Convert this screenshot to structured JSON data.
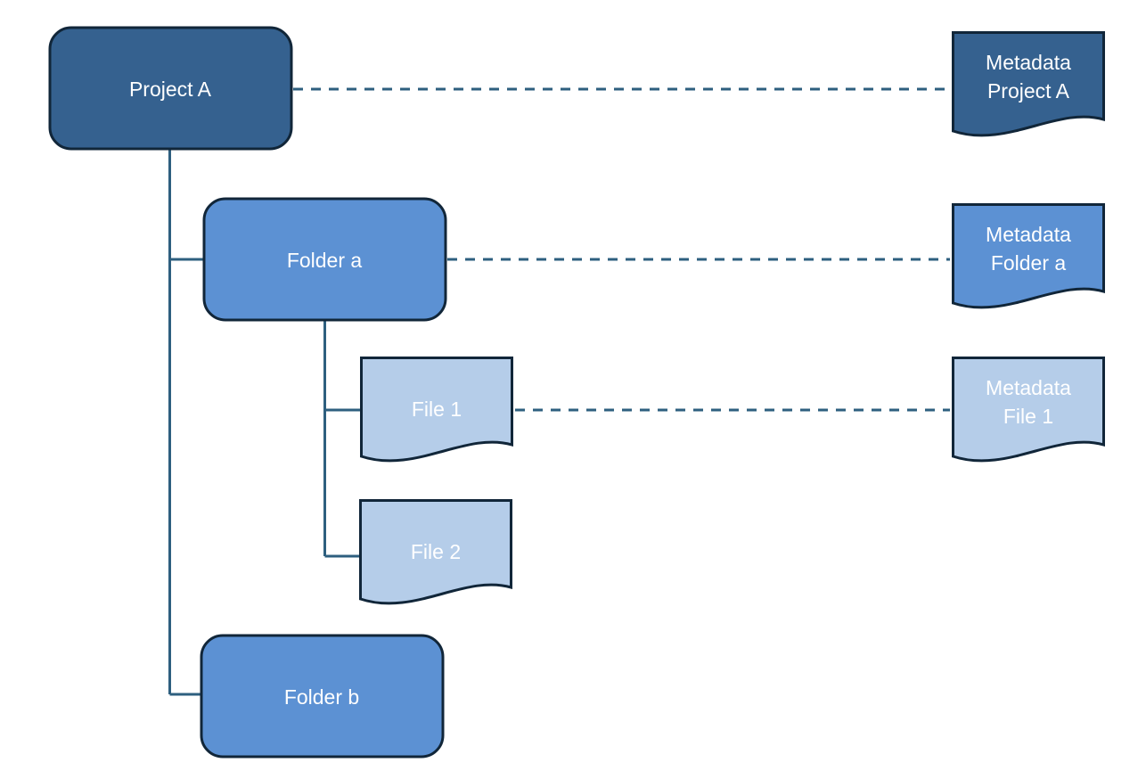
{
  "diagram": {
    "type": "tree-with-metadata",
    "nodes": {
      "project_a": {
        "label": "Project A",
        "shape": "rounded-rect",
        "level": "project"
      },
      "folder_a": {
        "label": "Folder a",
        "shape": "rounded-rect",
        "level": "folder"
      },
      "file_1": {
        "label": "File 1",
        "shape": "document",
        "level": "file"
      },
      "file_2": {
        "label": "File 2",
        "shape": "document",
        "level": "file"
      },
      "folder_b": {
        "label": "Folder b",
        "shape": "rounded-rect",
        "level": "folder"
      },
      "meta_project_a": {
        "line1": "Metadata",
        "line2": "Project A",
        "shape": "document"
      },
      "meta_folder_a": {
        "line1": "Metadata",
        "line2": "Folder a",
        "shape": "document"
      },
      "meta_file_1": {
        "line1": "Metadata",
        "line2": "File 1",
        "shape": "document"
      }
    },
    "hierarchy_edges": [
      {
        "from": "project_a",
        "to": "folder_a",
        "style": "solid"
      },
      {
        "from": "project_a",
        "to": "folder_b",
        "style": "solid"
      },
      {
        "from": "folder_a",
        "to": "file_1",
        "style": "solid"
      },
      {
        "from": "folder_a",
        "to": "file_2",
        "style": "solid"
      }
    ],
    "metadata_edges": [
      {
        "from": "project_a",
        "to": "meta_project_a",
        "style": "dashed"
      },
      {
        "from": "folder_a",
        "to": "meta_folder_a",
        "style": "dashed"
      },
      {
        "from": "file_1",
        "to": "meta_file_1",
        "style": "dashed"
      }
    ],
    "colors": {
      "project_fill": "#35618F",
      "folder_fill": "#5C91D3",
      "file_fill": "#B5CDE9",
      "outline": "#112639",
      "connector": "#2E5F7F",
      "label_text": "#FFFFFF",
      "background": "#FFFFFF"
    }
  }
}
